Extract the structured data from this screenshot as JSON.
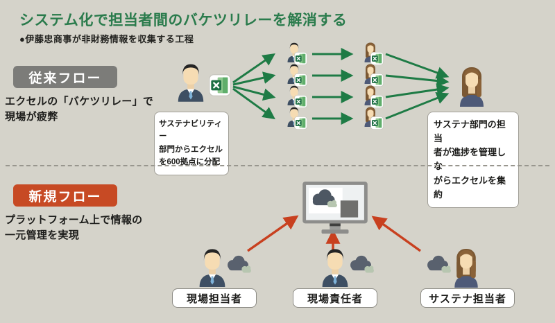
{
  "header": {
    "title": "システム化で担当者間のバケツリレーを解消する",
    "subtitle": "●伊藤忠商事が非財務情報を収集する工程"
  },
  "legacy_flow": {
    "badge": "従来フロー",
    "description": "エクセルの「バケツリレー」で\n現場が疲弊",
    "distribute_note": "サステナビリティー\n部門からエクセル\nを600拠点に分配",
    "aggregate_note": "サステナ部門の担当\n者が進捗を管理しな\nがらエクセルを集約"
  },
  "new_flow": {
    "badge": "新規フロー",
    "description": "プラットフォーム上で情報の\n一元管理を実現",
    "roles": [
      {
        "label": "現場担当者"
      },
      {
        "label": "現場責任者"
      },
      {
        "label": "サステナ担当者"
      }
    ]
  },
  "colors": {
    "background": "#d5d3ca",
    "title_green": "#2a7b4c",
    "legacy_badge_gray": "#7c7c79",
    "new_badge_orange": "#c74a24",
    "green_arrow": "#1e7b45",
    "red_arrow": "#c8401f"
  },
  "icons": {
    "excel": "excel-file-icon",
    "man": "businessman-icon",
    "woman": "businesswoman-icon",
    "clouds": "cloud-data-icon",
    "monitor": "platform-monitor-icon"
  }
}
